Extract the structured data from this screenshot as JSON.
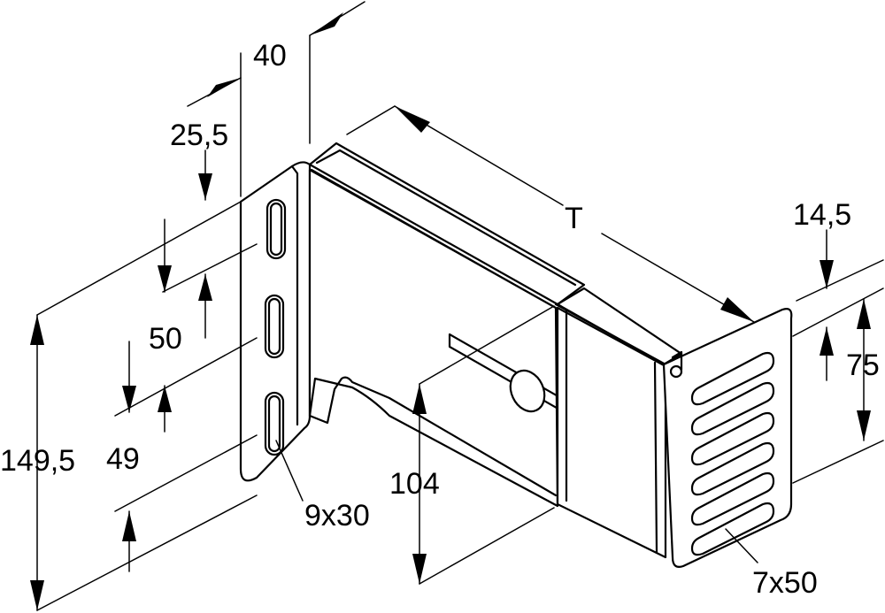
{
  "dimensions": {
    "top_width": "40",
    "first_slot_offset": "25,5",
    "slot_pitch_upper": "50",
    "slot_pitch_lower": "49",
    "overall_height": "149,5",
    "back_slot_size": "9x30",
    "bracket_height": "104",
    "length_variable": "T",
    "flange_offset": "14,5",
    "flange_slot_pitch": "75",
    "flange_slot_size": "7x50"
  }
}
